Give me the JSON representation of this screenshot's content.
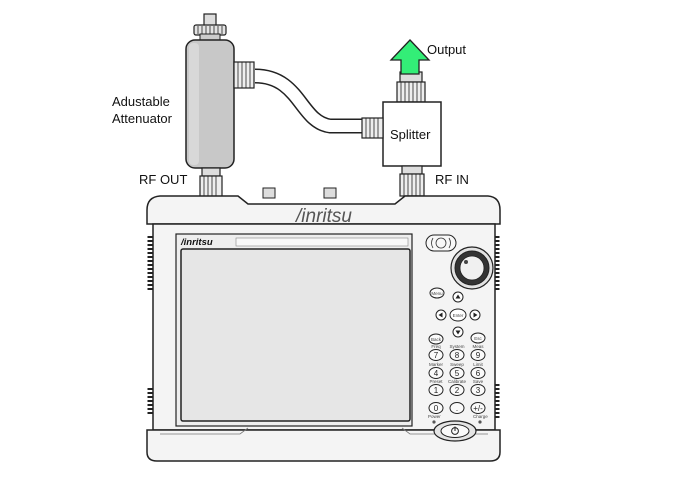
{
  "labels": {
    "attenuator_line1": "Adustable",
    "attenuator_line2": "Attenuator",
    "splitter": "Splitter",
    "output": "Output",
    "rf_out": "RF OUT",
    "rf_in": "RF IN"
  },
  "instrument": {
    "brand_top": "/inritsu",
    "brand_bezel": "/inritsu",
    "nav_center": "Enter",
    "menu_key": "Menu",
    "esc_key": "Esc",
    "back_key": "Back",
    "keypad": [
      {
        "row": 0,
        "col": 0,
        "label": "7",
        "caption": "Freq"
      },
      {
        "row": 0,
        "col": 1,
        "label": "8",
        "caption": "System"
      },
      {
        "row": 0,
        "col": 2,
        "label": "9",
        "caption": "Meas"
      },
      {
        "row": 1,
        "col": 0,
        "label": "4",
        "caption": "Marker"
      },
      {
        "row": 1,
        "col": 1,
        "label": "5",
        "caption": "Sweep"
      },
      {
        "row": 1,
        "col": 2,
        "label": "6",
        "caption": "Limit"
      },
      {
        "row": 2,
        "col": 0,
        "label": "1",
        "caption": "Preset"
      },
      {
        "row": 2,
        "col": 1,
        "label": "2",
        "caption": "Calibrate"
      },
      {
        "row": 2,
        "col": 2,
        "label": "3",
        "caption": "Save"
      },
      {
        "row": 3,
        "col": 0,
        "label": "0",
        "caption": ""
      },
      {
        "row": 3,
        "col": 1,
        "label": ".",
        "caption": ""
      },
      {
        "row": 3,
        "col": 2,
        "label": "+/-",
        "caption": ""
      }
    ],
    "power_caption": "Power",
    "charge_caption": "Charge"
  },
  "colors": {
    "arrow_fill": "#33ee77",
    "attenuator_body": "#c8c8c8",
    "instrument_body": "#f4f4f4",
    "screen": "#e6e6e6",
    "outline": "#222222"
  }
}
